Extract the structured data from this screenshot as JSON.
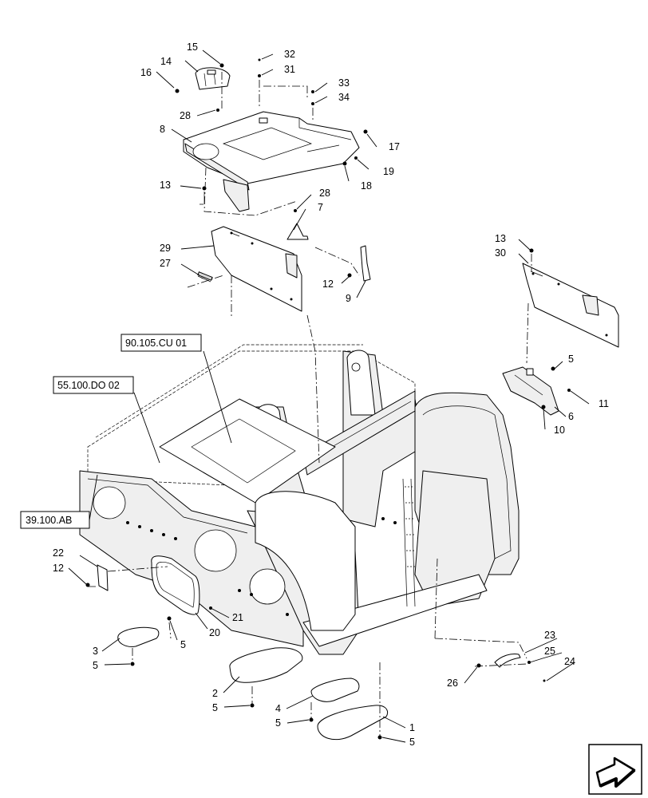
{
  "references": {
    "r1": "90.105.CU 01",
    "r2": "55.100.DO 02",
    "r3": "39.100.AB"
  },
  "callouts": {
    "c1": "1",
    "c2": "2",
    "c3": "3",
    "c4": "4",
    "c5a": "5",
    "c5b": "5",
    "c5c": "5",
    "c5d": "5",
    "c5e": "5",
    "c5f": "5",
    "c6": "6",
    "c7": "7",
    "c8": "8",
    "c9": "9",
    "c10": "10",
    "c11": "11",
    "c12a": "12",
    "c12b": "12",
    "c13a": "13",
    "c13b": "13",
    "c14": "14",
    "c15": "15",
    "c16": "16",
    "c17": "17",
    "c18": "18",
    "c19": "19",
    "c20": "20",
    "c21": "21",
    "c22": "22",
    "c23": "23",
    "c24": "24",
    "c25": "25",
    "c26": "26",
    "c27": "27",
    "c28a": "28",
    "c28b": "28",
    "c29": "29",
    "c30": "30",
    "c31": "31",
    "c32": "32",
    "c33": "33",
    "c34": "34"
  },
  "icons": {
    "navigation": "page-navigation-arrow-icon"
  }
}
